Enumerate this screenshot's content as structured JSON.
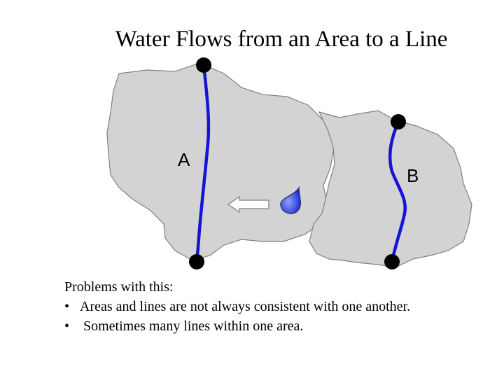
{
  "title": "Water Flows from an Area to a Line",
  "labels": {
    "a": "A",
    "b": "B"
  },
  "notes": {
    "heading": "Problems with this:",
    "bullets": [
      "Areas and lines are not always consistent with one another.",
      " Sometimes many lines within one area."
    ],
    "bullet_symbol": "•"
  },
  "colors": {
    "area_fill": "#d3d3d3",
    "area_stroke": "#808080",
    "line": "#1414d8",
    "node": "#000000",
    "drop_fill": "#3f51e8"
  },
  "icons": {
    "drop": "water-drop-icon",
    "arrow": "left-arrow-icon"
  }
}
